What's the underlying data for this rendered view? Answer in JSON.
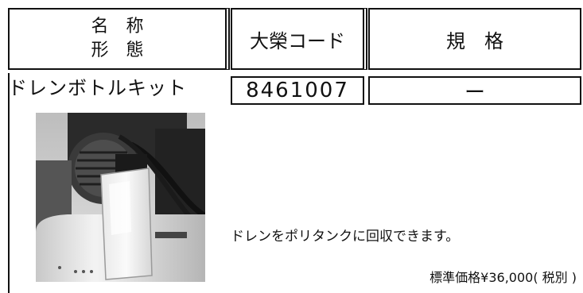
{
  "header": {
    "name_line1": "名　称",
    "name_line2": "形　態",
    "code": "大榮コード",
    "spec": "規　格"
  },
  "product": {
    "name": "ドレンボトルキット",
    "code": "8461007",
    "spec": "ー",
    "description": "ドレンをポリタンクに回収できます。",
    "price": "標準価格¥36,000( 税別 )"
  }
}
